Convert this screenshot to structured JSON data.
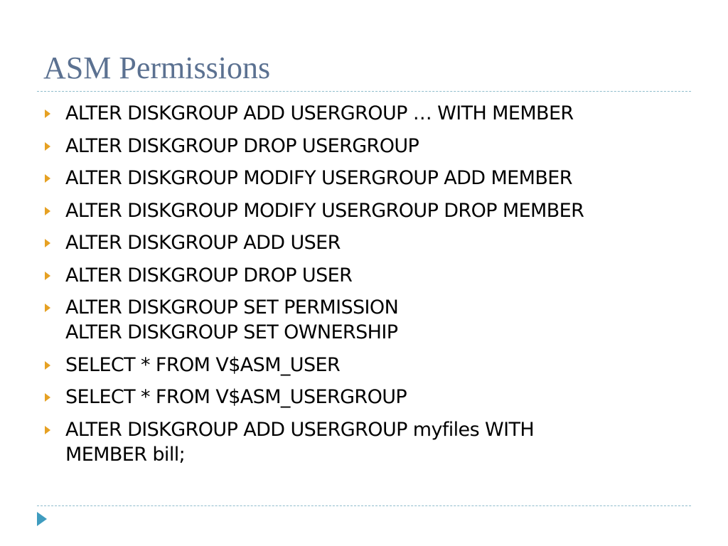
{
  "slide": {
    "title": "ASM Permissions",
    "bullets": [
      {
        "lines": [
          "ALTER DISKGROUP ADD USERGROUP … WITH MEMBER"
        ]
      },
      {
        "lines": [
          "ALTER DISKGROUP DROP USERGROUP"
        ]
      },
      {
        "lines": [
          "ALTER DISKGROUP MODIFY USERGROUP ADD MEMBER"
        ]
      },
      {
        "lines": [
          "ALTER DISKGROUP MODIFY USERGROUP DROP MEMBER"
        ]
      },
      {
        "lines": [
          "ALTER DISKGROUP ADD USER"
        ]
      },
      {
        "lines": [
          "ALTER DISKGROUP DROP USER"
        ]
      },
      {
        "lines": [
          "ALTER DISKGROUP SET PERMISSION",
          "ALTER DISKGROUP SET OWNERSHIP"
        ]
      },
      {
        "lines": [
          "SELECT * FROM V$ASM_USER"
        ]
      },
      {
        "lines": [
          "SELECT * FROM V$ASM_USERGROUP"
        ]
      },
      {
        "lines": [
          "ALTER DISKGROUP ADD USERGROUP myfiles WITH",
          "MEMBER bill;"
        ]
      }
    ]
  },
  "colors": {
    "title": "#5b7191",
    "bullet_marker": "#e6a123",
    "rule": "#8fbccc",
    "nav_arrow": "#3f9cbf"
  },
  "icons": {
    "bullet": "triangle-right-icon",
    "nav": "play-arrow-icon"
  }
}
